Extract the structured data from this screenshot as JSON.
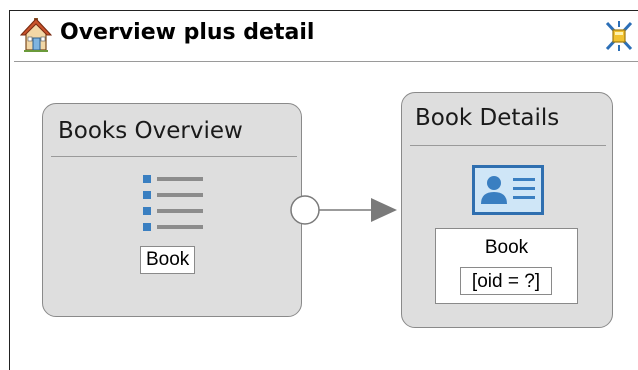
{
  "header": {
    "title": "Overview plus detail",
    "left_icon": "home-icon",
    "right_icon": "pattern-icon"
  },
  "units": [
    {
      "title": "Books Overview",
      "icon": "list-icon",
      "entity": "Book"
    },
    {
      "title": "Book Details",
      "icon": "contact-card-icon",
      "entity": "Book",
      "selector": "[oid = ?]"
    }
  ],
  "link": {
    "from": "Books Overview",
    "to": "Book Details"
  },
  "colors": {
    "unit_fill": "#dedede",
    "unit_border": "#8a8a8a",
    "icon_blue": "#3a7fc1",
    "icon_grey": "#8c8c8c"
  }
}
